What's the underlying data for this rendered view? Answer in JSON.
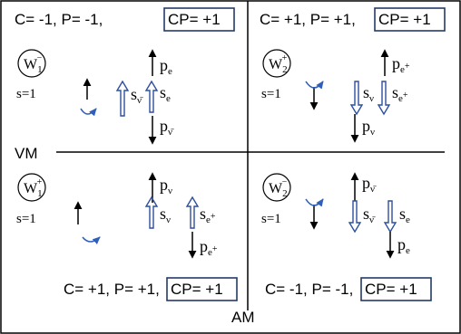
{
  "axes": {
    "vertical_label": "VM",
    "horizontal_label": "AM"
  },
  "colors": {
    "line": "#000000",
    "box": "#243a66",
    "spin_arrow": "#2d4f9e",
    "rotation_arrow": "#2f5fb8"
  },
  "quadrants": [
    {
      "id": "top-left",
      "header": {
        "prefix": "C= -1, P= -1, ",
        "cp": "CP= +1"
      },
      "boson": {
        "letter": "W",
        "sup": "−",
        "sub": "1"
      },
      "spin": "s=1",
      "fermion_top": {
        "label": "p",
        "sub": "e",
        "sup": ""
      },
      "spin_left": {
        "label": "s",
        "sub": "ν̄",
        "sup": ""
      },
      "spin_right": {
        "label": "s",
        "sub": "e",
        "sup": ""
      },
      "fermion_bottom": {
        "label": "p",
        "sub": "ν̄",
        "sup": ""
      }
    },
    {
      "id": "top-right",
      "header": {
        "prefix": "C= +1, P= +1, ",
        "cp": "CP= +1"
      },
      "boson": {
        "letter": "W",
        "sup": "+",
        "sub": "2"
      },
      "spin": "s=1",
      "fermion_top": {
        "label": "p",
        "sub": "e",
        "sup": "+"
      },
      "spin_left": {
        "label": "s",
        "sub": "ν",
        "sup": ""
      },
      "spin_right": {
        "label": "s",
        "sub": "e",
        "sup": "+"
      },
      "fermion_bottom": {
        "label": "p",
        "sub": "ν",
        "sup": ""
      }
    },
    {
      "id": "bottom-left",
      "header": {
        "prefix": "C= +1, P= +1, ",
        "cp": "CP= +1"
      },
      "boson": {
        "letter": "W",
        "sup": "+",
        "sub": "1"
      },
      "spin": "s=1",
      "fermion_top": {
        "label": "p",
        "sub": "ν",
        "sup": ""
      },
      "spin_left": {
        "label": "s",
        "sub": "ν",
        "sup": ""
      },
      "spin_right": {
        "label": "s",
        "sub": "e",
        "sup": "+"
      },
      "fermion_bottom": {
        "label": "p",
        "sub": "e",
        "sup": "+"
      }
    },
    {
      "id": "bottom-right",
      "header": {
        "prefix": "C= -1, P= -1, ",
        "cp": "CP= +1"
      },
      "boson": {
        "letter": "W",
        "sup": "−",
        "sub": "2"
      },
      "spin": "s=1",
      "fermion_top": {
        "label": "p",
        "sub": "ν̄",
        "sup": ""
      },
      "spin_left": {
        "label": "s",
        "sub": "ν̄",
        "sup": ""
      },
      "spin_right": {
        "label": "s",
        "sub": "e",
        "sup": ""
      },
      "fermion_bottom": {
        "label": "p",
        "sub": "e",
        "sup": ""
      }
    }
  ]
}
